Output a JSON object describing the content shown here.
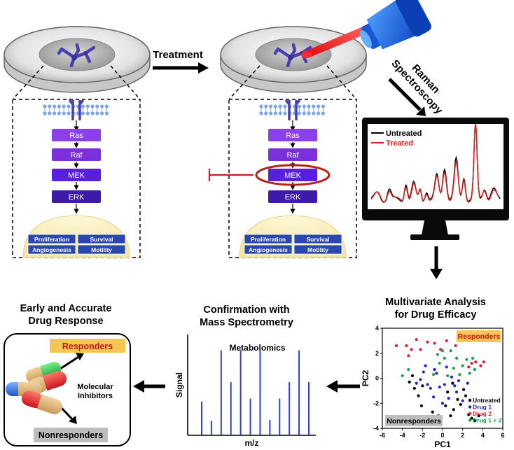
{
  "step_labels": {
    "treatment": "Treatment",
    "raman_line1": "Raman",
    "raman_line2": "Spectroscopy"
  },
  "pathway_left": {
    "nodes": [
      "Ras",
      "Raf",
      "MEK",
      "ERK"
    ],
    "outcomes": [
      "Proliferation",
      "Survival",
      "Angiogenesis",
      "Motility"
    ]
  },
  "pathway_right": {
    "nodes": [
      "Ras",
      "Raf",
      "MEK",
      "ERK"
    ],
    "outcomes": [
      "Proliferation",
      "Survival",
      "Angiogenesis",
      "Motility"
    ],
    "inhibited_node": "MEK"
  },
  "monitor": {
    "legend_untreated": "Untreated",
    "legend_treated": "Treated",
    "untreated_color": "#000000",
    "treated_color": "#e02020"
  },
  "multivariate": {
    "title_line1": "Multivariate Analysis",
    "title_line2": "for Drug Efficacy"
  },
  "mass_spec": {
    "title_line1": "Confirmation with",
    "title_line2": "Mass Spectrometry",
    "subtitle": "Metabolomics",
    "ylabel": "Signal",
    "xlabel": "m/z"
  },
  "drug_response": {
    "title_line1": "Early and Accurate",
    "title_line2": "Drug Response",
    "responders": "Responders",
    "nonresponders": "Nonresponders",
    "inhibitor_line1": "Molecular",
    "inhibitor_line2": "Inhibitors"
  },
  "chart_data": [
    {
      "type": "scatter",
      "title": "",
      "xlabel": "PC1",
      "ylabel": "PC2",
      "xlim": [
        -6,
        6
      ],
      "ylim": [
        -4,
        4
      ],
      "xticks": [
        -6,
        -4,
        -2,
        0,
        2,
        4,
        6
      ],
      "yticks": [
        -4,
        -2,
        0,
        2,
        4
      ],
      "annotations": [
        "Responders",
        "Nonresponders"
      ],
      "legend_position": "bottom-right",
      "series": [
        {
          "name": "Untreated",
          "color": "#000000",
          "points": [
            [
              -3.3,
              -0.3
            ],
            [
              -3.0,
              0.2
            ],
            [
              -2.8,
              -0.8
            ],
            [
              -2.4,
              -1.4
            ],
            [
              -2.1,
              -2.2
            ],
            [
              -1.6,
              -3.1
            ],
            [
              -1.0,
              -2.7
            ],
            [
              -0.4,
              -3.0
            ],
            [
              0.3,
              -2.2
            ],
            [
              0.5,
              -1.1
            ],
            [
              0.8,
              -3.0
            ],
            [
              1.0,
              -0.4
            ],
            [
              1.1,
              -2.5
            ],
            [
              1.5,
              -1.7
            ],
            [
              1.8,
              -2.1
            ],
            [
              2.1,
              -0.9
            ],
            [
              2.3,
              -1.4
            ],
            [
              2.6,
              -2.9
            ],
            [
              2.9,
              -3.2
            ],
            [
              3.2,
              -3.4
            ],
            [
              3.6,
              -3.0
            ],
            [
              -2.0,
              -0.6
            ]
          ]
        },
        {
          "name": "Drug 1",
          "color": "#2424c8",
          "points": [
            [
              -2.6,
              -0.4
            ],
            [
              -2.2,
              -0.1
            ],
            [
              -1.9,
              0.5
            ],
            [
              -1.5,
              -0.5
            ],
            [
              -1.2,
              -0.8
            ],
            [
              -0.9,
              -1.5
            ],
            [
              -0.6,
              0.4
            ],
            [
              -0.3,
              -0.7
            ],
            [
              0.0,
              -2.0
            ],
            [
              0.2,
              -0.5
            ],
            [
              0.6,
              -1.6
            ],
            [
              0.9,
              0.1
            ],
            [
              1.2,
              -0.6
            ],
            [
              1.4,
              -1.1
            ],
            [
              1.6,
              -0.2
            ],
            [
              2.0,
              -1.8
            ],
            [
              2.5,
              -0.4
            ],
            [
              -0.8,
              0.7
            ],
            [
              0.4,
              0.9
            ],
            [
              -1.7,
              1.0
            ]
          ]
        },
        {
          "name": "Drug 2",
          "color": "#e21d38",
          "points": [
            [
              -4.6,
              2.6
            ],
            [
              -3.6,
              2.6
            ],
            [
              -3.1,
              2.3
            ],
            [
              -2.6,
              3.1
            ],
            [
              -2.2,
              2.3
            ],
            [
              -1.5,
              2.9
            ],
            [
              -3.4,
              1.8
            ],
            [
              -0.8,
              2.8
            ],
            [
              0.4,
              3.0
            ],
            [
              1.3,
              2.6
            ],
            [
              1.8,
              3.3
            ],
            [
              2.6,
              0.9
            ],
            [
              3.3,
              1.3
            ],
            [
              3.8,
              1.0
            ],
            [
              4.1,
              1.3
            ],
            [
              2.9,
              1.2
            ],
            [
              -0.2,
              2.3
            ]
          ]
        },
        {
          "name": "Drug 1 + 2",
          "color": "#16a152",
          "points": [
            [
              -4.0,
              0.2
            ],
            [
              -3.4,
              0.7
            ],
            [
              -0.9,
              0.3
            ],
            [
              -0.3,
              1.2
            ],
            [
              0.2,
              1.6
            ],
            [
              0.5,
              0.2
            ],
            [
              0.8,
              2.2
            ],
            [
              1.1,
              0.8
            ],
            [
              1.4,
              1.6
            ],
            [
              1.7,
              0.3
            ],
            [
              2.0,
              1.0
            ],
            [
              2.4,
              1.5
            ],
            [
              2.7,
              0.4
            ],
            [
              3.0,
              1.6
            ],
            [
              3.2,
              0.7
            ],
            [
              0.0,
              2.2
            ],
            [
              -0.5,
              1.9
            ]
          ]
        }
      ]
    },
    {
      "type": "bar",
      "title": "Metabolomics",
      "xlabel": "m/z",
      "ylabel": "Signal",
      "ylim": [
        0,
        1
      ],
      "values": [
        0.35,
        0.15,
        0.88,
        0.55,
        0.88,
        0.38,
        0.88,
        0.16,
        0.38,
        0.55,
        0.88,
        0.55
      ]
    }
  ]
}
